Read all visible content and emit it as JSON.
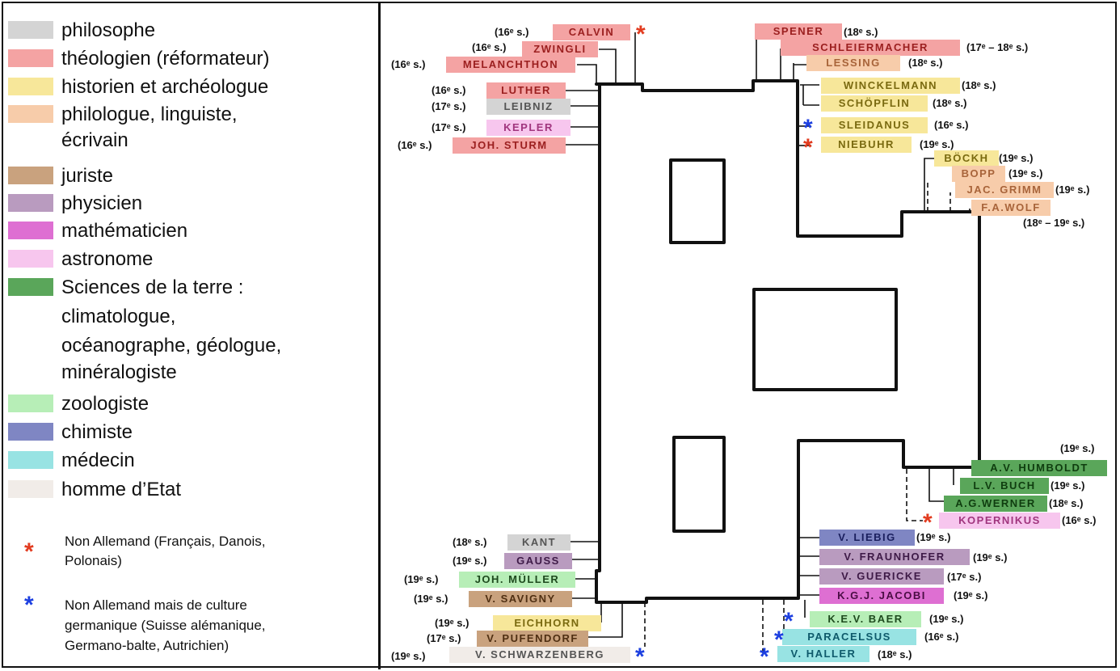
{
  "colors": {
    "philosophe": "#d4d4d4",
    "theologien": "#f4a3a3",
    "historien": "#f7e79a",
    "philologue": "#f7ccaa",
    "juriste": "#c9a27e",
    "physicien": "#b99bbf",
    "mathematicien": "#de6fd2",
    "astronome": "#f7c6ee",
    "terre": "#5aa65a",
    "zoologiste": "#b7eeb7",
    "chimiste": "#7f86c3",
    "medecin": "#98e3e3",
    "homme_etat": "#f1ece8",
    "star_red": "#e23b1f",
    "star_blue": "#1c3fe0"
  },
  "legend": {
    "philosophe": "philosophe",
    "theologien": "théologien (réformateur)",
    "historien": "historien et archéologue",
    "philologue_1": "philologue, linguiste,",
    "philologue_2": "écrivain",
    "juriste": "juriste",
    "physicien": "physicien",
    "mathematicien": "mathématicien",
    "astronome": "astronome",
    "terre_1": "Sciences de la terre :",
    "terre_2": "climatologue,",
    "terre_3": "océanographe, géologue,",
    "terre_4": "minéralogiste",
    "zoologiste": "zoologiste",
    "chimiste": "chimiste",
    "medecin": "médecin",
    "homme_etat": "homme d’Etat"
  },
  "notes": {
    "red_star": "*",
    "blue_star": "*",
    "red_1": "Non Allemand (Français, Danois,",
    "red_2": "Polonais)",
    "blue_1": "Non Allemand mais de culture",
    "blue_2": "germanique (Suisse alémanique,",
    "blue_3": "Germano-balte, Autrichien)"
  },
  "names": {
    "calvin": "CALVIN",
    "zwingli": "ZWINGLI",
    "melanchthon": "MELANCHTHON",
    "luther": "LUTHER",
    "leibniz": "LEIBNIZ",
    "kepler": "KEPLER",
    "joh_sturm": "JOH. STURM",
    "spener": "SPENER",
    "schleiermacher": "SCHLEIERMACHER",
    "lessing": "LESSING",
    "winckelmann": "WINCKELMANN",
    "schopflin": "SCHÖPFLIN",
    "sleidanus": "SLEIDANUS",
    "niebuhr": "NIEBUHR",
    "bockh": "BÖCKH",
    "bopp": "BOPP",
    "jac_grimm": "JAC. GRIMM",
    "fa_wolf": "F.A.WOLF",
    "av_humboldt": "A.V. HUMBOLDT",
    "lv_buch": "L.V. BUCH",
    "ag_werner": "A.G.WERNER",
    "kopernikus": "KOPERNIKUS",
    "liebig": "V. LIEBIG",
    "fraunhofer": "V. FRAUNHOFER",
    "guericke": "V. GUERICKE",
    "jacobi": "K.G.J. JACOBI",
    "baer": "K.E.V. BAER",
    "paracelsus": "PARACELSUS",
    "haller": "V. HALLER",
    "kant": "KANT",
    "gauss": "GAUSS",
    "joh_muller": "JOH. MÜLLER",
    "savigny": "V. SAVIGNY",
    "eichhorn": "EICHHORN",
    "pufendorf": "V. PUFENDORF",
    "schwarzenberg": "V. SCHWARZENBERG"
  },
  "centuries": {
    "calvin": "(16ᵉ s.)",
    "zwingli": "(16ᵉ s.)",
    "melanchthon": "(16ᵉ s.)",
    "luther": "(16ᵉ s.)",
    "leibniz": "(17ᵉ s.)",
    "kepler": "(17ᵉ s.)",
    "joh_sturm": "(16ᵉ s.)",
    "spener": "(18ᵉ s.)",
    "schleiermacher": "(17ᵉ – 18ᵉ s.)",
    "lessing": "(18ᵉ s.)",
    "winckelmann": "(18ᵉ s.)",
    "schopflin": "(18ᵉ s.)",
    "sleidanus": "(16ᵉ s.)",
    "niebuhr": "(19ᵉ s.)",
    "bockh": "(19ᵉ s.)",
    "bopp": "(19ᵉ s.)",
    "jac_grimm": "(19ᵉ s.)",
    "fa_wolf": "(18ᵉ – 19ᵉ s.)",
    "av_humboldt": "(19ᵉ s.)",
    "lv_buch": "(19ᵉ s.)",
    "ag_werner": "(18ᵉ s.)",
    "kopernikus": "(16ᵉ s.)",
    "liebig": "(19ᵉ s.)",
    "fraunhofer": "(19ᵉ s.)",
    "guericke": "(17ᵉ s.)",
    "jacobi": "(19ᵉ s.)",
    "baer": "(19ᵉ s.)",
    "paracelsus": "(16ᵉ s.)",
    "haller": "(18ᵉ s.)",
    "kant": "(18ᵉ s.)",
    "gauss": "(19ᵉ s.)",
    "joh_muller": "(19ᵉ s.)",
    "savigny": "(19ᵉ s.)",
    "eichhorn": "(19ᵉ s.)",
    "pufendorf": "(17ᵉ s.)",
    "schwarzenberg": "(19ᵉ s.)"
  }
}
